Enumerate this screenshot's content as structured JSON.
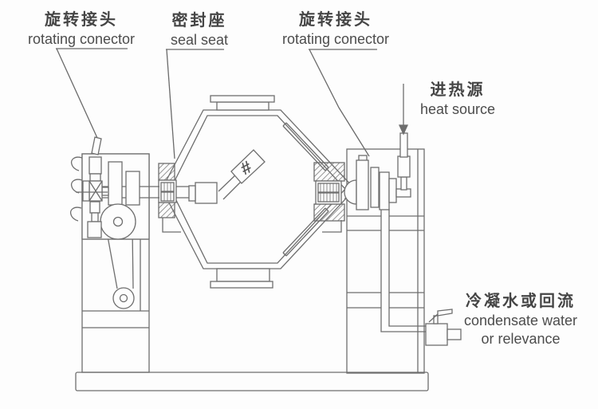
{
  "colors": {
    "line": "#6e6e6e",
    "hatch": "#7a7a7a",
    "text": "#4a4a4a",
    "background": "#fdfdfd"
  },
  "labels": {
    "rotating_connector_left": {
      "zh": "旋转接头",
      "en": "rotating conector"
    },
    "seal_seat": {
      "zh": "密封座",
      "en": "seal seat"
    },
    "rotating_connector_right": {
      "zh": "旋转接头",
      "en": "rotating conector"
    },
    "heat_source": {
      "zh": "进热源",
      "en": "heat source"
    },
    "condensate_outlet": {
      "zh": "冷凝水或回流",
      "en1": "condensate water",
      "en2": "or relevance"
    }
  },
  "filter_mark": "#"
}
